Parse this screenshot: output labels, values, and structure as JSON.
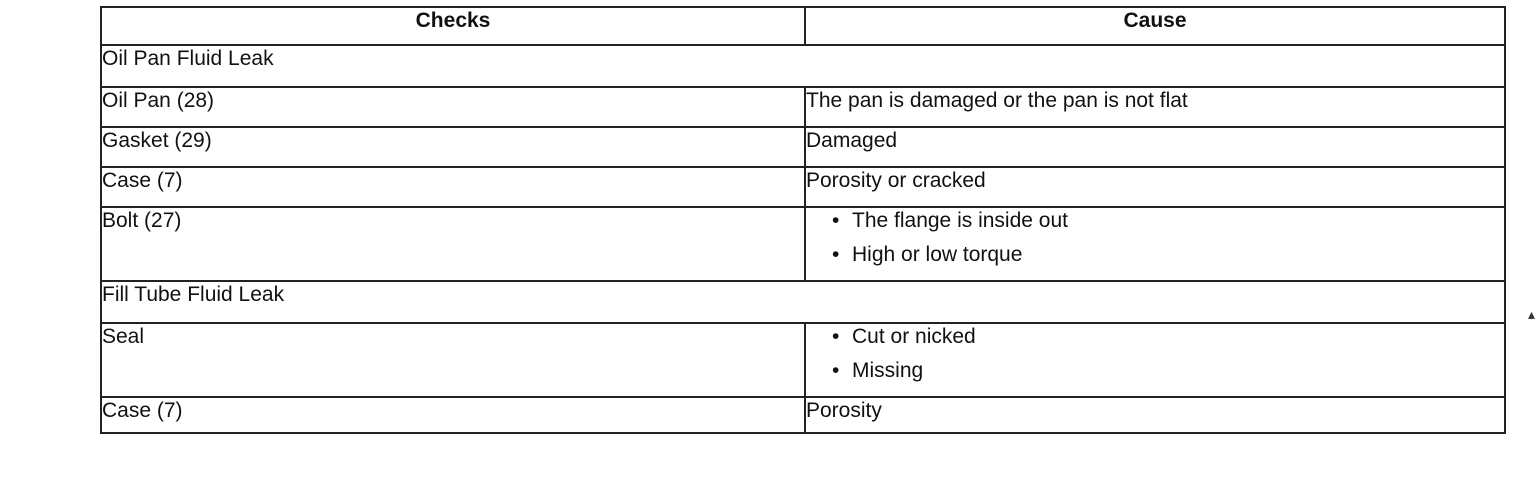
{
  "headers": {
    "checks": "Checks",
    "cause": "Cause"
  },
  "sections": [
    {
      "title": "Oil Pan Fluid Leak",
      "rows": [
        {
          "check": "Oil Pan (28)",
          "cause": "The pan is damaged or the pan is not flat"
        },
        {
          "check": "Gasket (29)",
          "cause": "Damaged"
        },
        {
          "check": "Case (7)",
          "cause": "Porosity or cracked"
        },
        {
          "check": "Bolt (27)",
          "bullets": [
            "The flange is inside out",
            "High or low torque"
          ]
        }
      ]
    },
    {
      "title": "Fill Tube Fluid Leak",
      "rows": [
        {
          "check": "Seal",
          "bullets": [
            "Cut or nicked",
            "Missing"
          ]
        },
        {
          "check": "Case (7)",
          "cause": "Porosity"
        }
      ]
    }
  ],
  "bullet_glyph": "•",
  "stray_mark": "▴"
}
